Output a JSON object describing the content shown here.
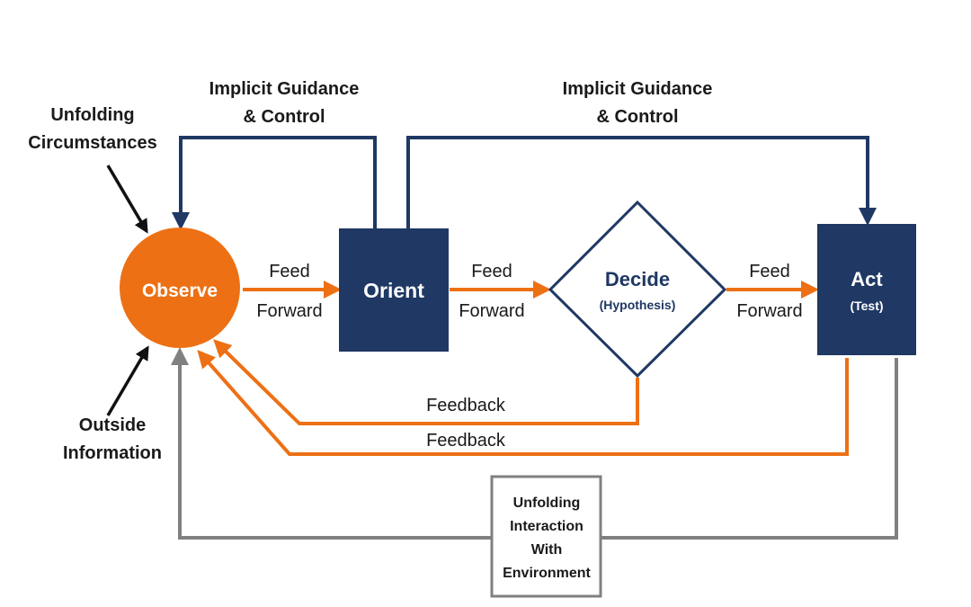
{
  "nodes": {
    "observe": "Observe",
    "orient": "Orient",
    "decide": "Decide",
    "decide_sub": "(Hypothesis)",
    "act": "Act",
    "act_sub": "(Test)",
    "environment": [
      "Unfolding",
      "Interaction",
      "With",
      "Environment"
    ]
  },
  "inputs": {
    "top": [
      "Unfolding",
      "Circumstances"
    ],
    "bottom": [
      "Outside",
      "Information"
    ]
  },
  "guidance": {
    "left": [
      "Implicit Guidance",
      "& Control"
    ],
    "right": [
      "Implicit Guidance",
      "& Control"
    ]
  },
  "feed_forward": {
    "line1": "Feed",
    "line2": "Forward"
  },
  "feedback": {
    "upper": "Feedback",
    "lower": "Feedback"
  },
  "colors": {
    "orange": "#ED7014",
    "navy": "#1F3864",
    "gray": "#808080",
    "black": "#111111",
    "text": "#1a1a1a"
  }
}
